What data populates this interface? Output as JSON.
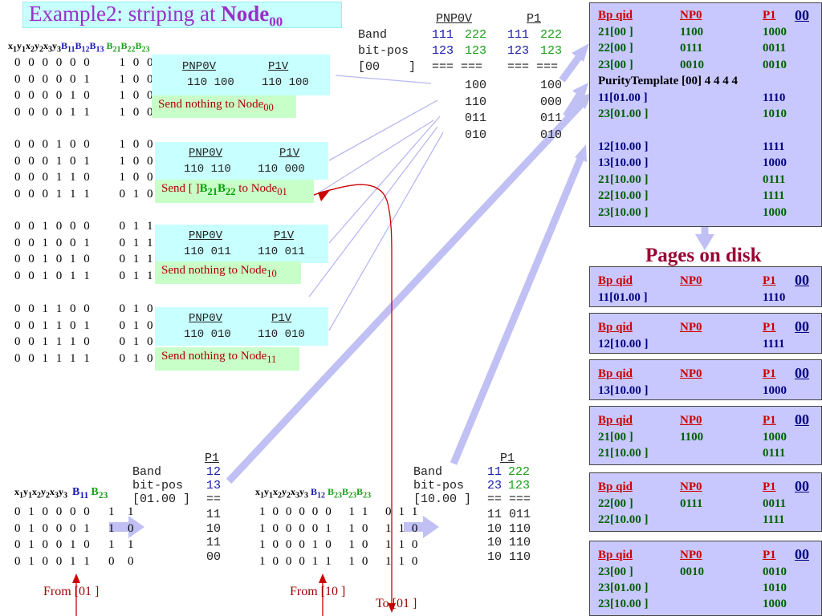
{
  "title": {
    "prefix": "Example2: striping at ",
    "node": "Node",
    "sub": "00"
  },
  "main_header": {
    "x1": "x",
    "s1": "1",
    "y1": "y",
    "t1": "1",
    "x2": "x",
    "s2": "2",
    "y2": "y",
    "t2": "2",
    "x3": "x",
    "s3": "3",
    "y3": "y",
    "t3": "3",
    "b11": "B",
    "b11s": "11",
    "b12": "B",
    "b12s": "12",
    "b13": "B",
    "b13s": "13",
    "b21": "B",
    "b21s": "21",
    "b22": "B",
    "b22s": "22",
    "b23": "B",
    "b23s": "23"
  },
  "rows_group1": "0 0 0 0 0 0     1 0 0\n0 0 0 0 0 1     1 0 0\n0 0 0 0 1 0     1 0 0\n0 0 0 0 1 1     1 0 0",
  "rows_group2": "0 0 0 1 0 0     1 0 0\n0 0 0 1 0 1     1 0 0\n0 0 0 1 1 0     1 0 0\n0 0 0 1 1 1     0 1 0",
  "rows_group3": "0 0 1 0 0 0     0 1 1\n0 0 1 0 0 1     0 1 1\n0 0 1 0 1 0     0 1 1\n0 0 1 0 1 1     0 1 1",
  "rows_group4": "0 0 1 1 0 0     0 1 0\n0 0 1 1 0 1     0 1 0\n0 0 1 1 1 0     0 1 0\n0 0 1 1 1 1     0 1 0",
  "ptables": [
    {
      "h1": "PNP0V",
      "h2": "P1V",
      "v1": "110 100",
      "v2": "110 100"
    },
    {
      "h1": "PNP0V",
      "h2": "P1V",
      "v1": "110 110",
      "v2": "110 000"
    },
    {
      "h1": "PNP0V",
      "h2": "P1V",
      "v1": "110 011",
      "v2": "110 011"
    },
    {
      "h1": "PNP0V",
      "h2": "P1V",
      "v1": "110 010",
      "v2": "110 010"
    }
  ],
  "sends": {
    "s1": {
      "text": "Send nothing to Node",
      "sub": "00"
    },
    "s2": {
      "pre": "Send  [ ]",
      "b21": "B",
      "b21s": "21",
      "b22": "B",
      "b22s": "22",
      "post": "  to Node",
      "sub": "01"
    },
    "s3": {
      "text": "Send nothing to Node",
      "sub": "10"
    },
    "s4": {
      "text": "Send nothing to Node",
      "sub": "11"
    }
  },
  "top_table": {
    "h_pnp": "PNP0V",
    "h_p1": "P1",
    "band": "Band",
    "bitpos": "bit-pos",
    "key": "[00    ]",
    "b1": "111",
    "b2": "222",
    "b3": "111",
    "b4": "222",
    "p1": "123",
    "p2": "123",
    "p3": "123",
    "p4": "123",
    "eq": "=== ===",
    "eq2": "=== ===",
    "c1": "100\n110\n011\n010",
    "c2": "100\n000\n011\n010"
  },
  "mid_table1": {
    "h": "P1",
    "band": "Band",
    "bitpos": "bit-pos",
    "key": "[01.00 ]",
    "b": "12",
    "p": "13",
    "eq": "==",
    "vals": "11\n10\n11\n00"
  },
  "mid_table2": {
    "h": "P1",
    "band": "Band",
    "bitpos": "bit-pos",
    "key": "[10.00 ]",
    "b1": "11",
    "b2": "222",
    "p1": "23",
    "p2": "123",
    "eq": "== ===",
    "vals": "11 011\n10 110\n10 110\n10 110"
  },
  "bottom_left": {
    "x1": "x",
    "s1": "1",
    "y1": "y",
    "t1": "1",
    "x2": "x",
    "s2": "2",
    "y2": "y",
    "t2": "2",
    "x3": "x",
    "s3": "3",
    "y3": "y",
    "t3": "3",
    "b11": "B",
    "b11s": "11",
    "b23": "B",
    "b23s": "23",
    "rows": "0 1 0 0 0 0   1  1\n0 1 0 0 0 1   1  0\n0 1 0 0 1 0   1  1\n0 1 0 0 1 1   0  0"
  },
  "bottom_mid": {
    "x1": "x",
    "s1": "1",
    "y1": "y",
    "t1": "1",
    "x2": "x",
    "s2": "2",
    "y2": "y",
    "t2": "2",
    "x3": "x",
    "s3": "3",
    "y3": "y",
    "t3": "3",
    "b12": "B",
    "b12s": "12",
    "b23a": "B",
    "b23as": "23",
    "b23b": "B",
    "b23bs": "23",
    "b23c": "B",
    "b23cs": "23",
    "rows": "1 0 0 0 0 0   1 1   0 1 1\n1 0 0 0 0 1   1 0   1 1 0\n1 0 0 0 1 0   1 0   1 1 0\n1 0 0 0 1 1   1 0   1 1 0"
  },
  "from_labels": {
    "from01": "From [01 ]",
    "from10": "From [10 ]",
    "to01": "To [01 ]"
  },
  "pages_label": "Pages on disk",
  "big_panel": {
    "h_bp": "Bp qid",
    "h_np0": "NP0",
    "h_p1": "P1",
    "node": "00",
    "rows": [
      {
        "qid": "21[00       ]",
        "np0": "1100",
        "p1": "1000"
      },
      {
        "qid": "22[00       ]",
        "np0": "0111",
        "p1": "0011"
      },
      {
        "qid": "23[00       ]",
        "np0": "0010",
        "p1": "0010"
      }
    ],
    "template": "PurityTemplate [00] 4 4 4 4",
    "rows2": [
      {
        "qid": "11[01.00    ]",
        "p1": "1110"
      },
      {
        "qid": "23[01.00    ]",
        "p1": "1010"
      }
    ],
    "rows3": [
      {
        "qid": "12[10.00    ]",
        "p1": "1111"
      },
      {
        "qid": "13[10.00    ]",
        "p1": "1000"
      },
      {
        "qid": "21[10.00    ]",
        "p1": "0111"
      },
      {
        "qid": "22[10.00    ]",
        "p1": "1111"
      },
      {
        "qid": "23[10.00    ]",
        "p1": "1000"
      }
    ]
  },
  "pages": [
    {
      "h_bp": "Bp qid",
      "h_np0": "NP0",
      "h_p1": "P1",
      "node": "00",
      "rows": [
        {
          "qid": "11[01.00    ]",
          "np0": "",
          "p1": "1110"
        }
      ]
    },
    {
      "h_bp": "Bp qid",
      "h_np0": "NP0",
      "h_p1": "P1",
      "node": "00",
      "rows": [
        {
          "qid": "12[10.00    ]",
          "np0": "",
          "p1": "1111"
        }
      ]
    },
    {
      "h_bp": "Bp qid",
      "h_np0": "NP0",
      "h_p1": "P1",
      "node": "00",
      "rows": [
        {
          "qid": "13[10.00    ]",
          "np0": "",
          "p1": "1000"
        }
      ]
    },
    {
      "h_bp": "Bp qid",
      "h_np0": "NP0",
      "h_p1": "P1",
      "node": "00",
      "rows": [
        {
          "qid": "21[00       ]",
          "np0": "1100",
          "p1": "1000"
        },
        {
          "qid": "21[10.00    ]",
          "np0": "",
          "p1": "0111"
        }
      ]
    },
    {
      "h_bp": "Bp qid",
      "h_np0": "NP0",
      "h_p1": "P1",
      "node": "00",
      "rows": [
        {
          "qid": "22[00       ]",
          "np0": "0111",
          "p1": "0011"
        },
        {
          "qid": "22[10.00    ]",
          "np0": "",
          "p1": "1111"
        }
      ]
    },
    {
      "h_bp": "Bp qid",
      "h_np0": "NP0",
      "h_p1": "P1",
      "node": "00",
      "rows": [
        {
          "qid": "23[00       ]",
          "np0": "0010",
          "p1": "0010"
        },
        {
          "qid": "23[01.00    ]",
          "np0": "",
          "p1": "1010"
        },
        {
          "qid": "23[10.00    ]",
          "np0": "",
          "p1": "1000"
        }
      ]
    }
  ]
}
